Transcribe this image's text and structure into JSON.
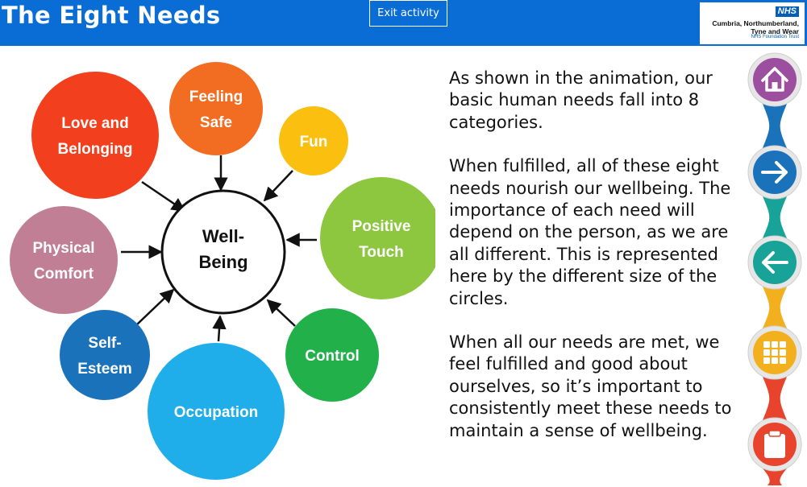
{
  "header": {
    "title": "The Eight Needs",
    "exit_label": "Exit activity",
    "logo": {
      "badge": "NHS",
      "line1": "Cumbria, Northumberland,",
      "line2": "Tyne and Wear",
      "line3": "NHS Foundation Trust"
    }
  },
  "diagram": {
    "center": "Well-\nBeing",
    "needs": [
      {
        "label": "Love and\nBelonging",
        "color": "#f2401f"
      },
      {
        "label": "Feeling\nSafe",
        "color": "#f26d22"
      },
      {
        "label": "Fun",
        "color": "#fbbf0f"
      },
      {
        "label": "Positive\nTouch",
        "color": "#8dc63f"
      },
      {
        "label": "Control",
        "color": "#22b04b"
      },
      {
        "label": "Occupation",
        "color": "#20aeeb"
      },
      {
        "label": "Self-\nEsteem",
        "color": "#1a72bb"
      },
      {
        "label": "Physical\nComfort",
        "color": "#c17f95"
      }
    ]
  },
  "content": {
    "paragraphs": [
      "As shown in the animation, our basic human needs fall into 8 categories.",
      "When fulfilled, all of these eight needs nourish our wellbeing. The importance of each need will depend on the person, as we are all different. This is represented here by the different size of the circles.",
      "When all our needs are met, we feel fulfilled and good about ourselves, so it’s important to consistently meet these needs to maintain a sense of wellbeing."
    ]
  },
  "nav": [
    {
      "name": "home-icon",
      "color": "#9b4f9e"
    },
    {
      "name": "arrow-right-icon",
      "color": "#1a72bb"
    },
    {
      "name": "arrow-left-icon",
      "color": "#17a398"
    },
    {
      "name": "grid-icon",
      "color": "#f2b01e"
    },
    {
      "name": "clipboard-icon",
      "color": "#e8432d"
    }
  ]
}
